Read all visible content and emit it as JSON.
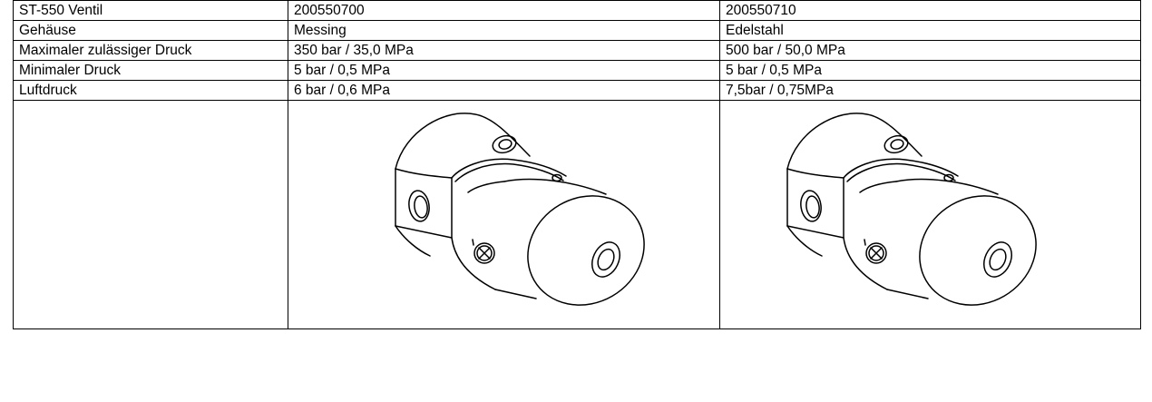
{
  "table": {
    "header": {
      "label": "ST-550 Ventil",
      "col_a": "200550700",
      "col_b": "200550710"
    },
    "rows": [
      {
        "label": "Gehäuse",
        "col_a": "Messing",
        "col_b": "Edelstahl"
      },
      {
        "label": "Maximaler zulässiger Druck",
        "col_a": "350 bar / 35,0 MPa",
        "col_b": "500 bar / 50,0 MPa"
      },
      {
        "label": "Minimaler Druck",
        "col_a": "5 bar / 0,5 MPa",
        "col_b": "5 bar / 0,5 MPa"
      },
      {
        "label": "Luftdruck",
        "col_a": "6 bar / 0,6 MPa",
        "col_b": "7,5bar / 0,75MPa"
      }
    ],
    "images": {
      "col_a_icon": "valve-drawing-icon",
      "col_b_icon": "valve-drawing-icon"
    }
  }
}
